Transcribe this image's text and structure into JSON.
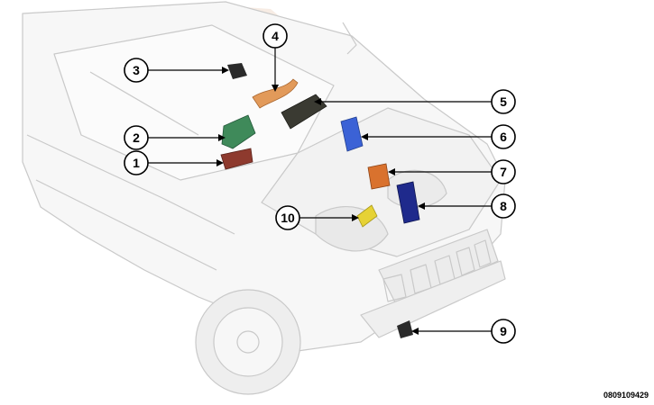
{
  "figure_id": "0809109429",
  "callouts": [
    {
      "label": "1",
      "color": "#8e3a2e"
    },
    {
      "label": "2",
      "color": "#3f8a5a"
    },
    {
      "label": "3",
      "color": "#2a2a2a"
    },
    {
      "label": "4",
      "color": "#e29a5a"
    },
    {
      "label": "5",
      "color": "#3a3a32"
    },
    {
      "label": "6",
      "color": "#3b62d6"
    },
    {
      "label": "7",
      "color": "#d9722e"
    },
    {
      "label": "8",
      "color": "#1f2a8c"
    },
    {
      "label": "9",
      "color": "#2a2a2a"
    },
    {
      "label": "10",
      "color": "#e6d235"
    }
  ]
}
